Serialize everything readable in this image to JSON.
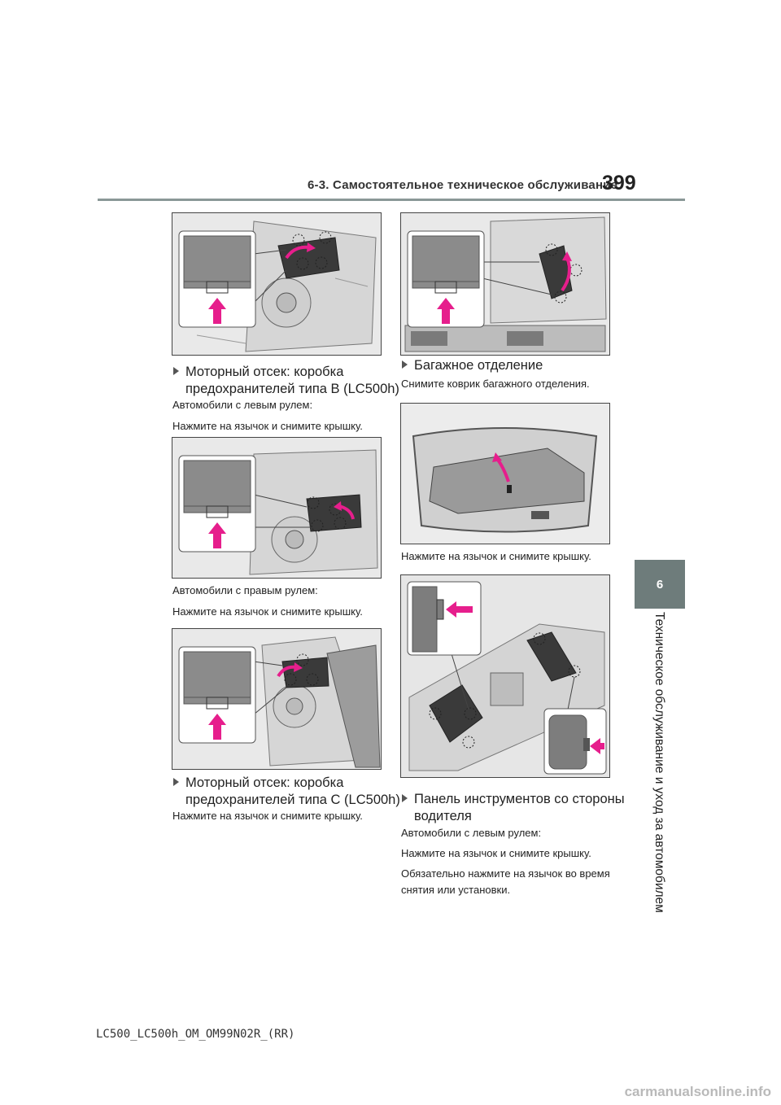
{
  "header": {
    "section_title": "6-3. Самостоятельное техническое обслуживание",
    "page_number": "399"
  },
  "chapter": {
    "number": "6",
    "title": "Техническое обслуживание и уход за автомобилем"
  },
  "left_column": {
    "heading1": [
      "Моторный отсек: коробка",
      "предохранителей типа B (LC500h)"
    ],
    "p1": "Автомобили с левым рулем:",
    "p2": "Нажмите на язычок и снимите крышку.",
    "p3": "Автомобили с правым рулем:",
    "p4": "Нажмите на язычок и снимите крышку.",
    "heading2": [
      "Моторный отсек: коробка",
      "предохранителей типа C (LC500h)"
    ],
    "p5": "Нажмите на язычок и снимите крышку."
  },
  "right_column": {
    "heading1": "Багажное отделение",
    "p1": "Снимите коврик багажного отделения.",
    "p2": "Нажмите на язычок и снимите крышку.",
    "heading2": [
      "Панель инструментов со стороны",
      "водителя"
    ],
    "p3": "Автомобили с левым рулем:",
    "p4": "Нажмите на язычок и снимите крышку.",
    "p5": "Обязательно нажмите на язычок во время",
    "p6": "снятия или установки."
  },
  "footer": {
    "code": "LC500_LC500h_OM_OM99N02R_(RR)"
  },
  "watermark": "carmanualsonline.info",
  "colors": {
    "accent_arrow": "#e61e8c",
    "chapter_tab": "#6e7c7b",
    "rule": "#8a9897"
  }
}
